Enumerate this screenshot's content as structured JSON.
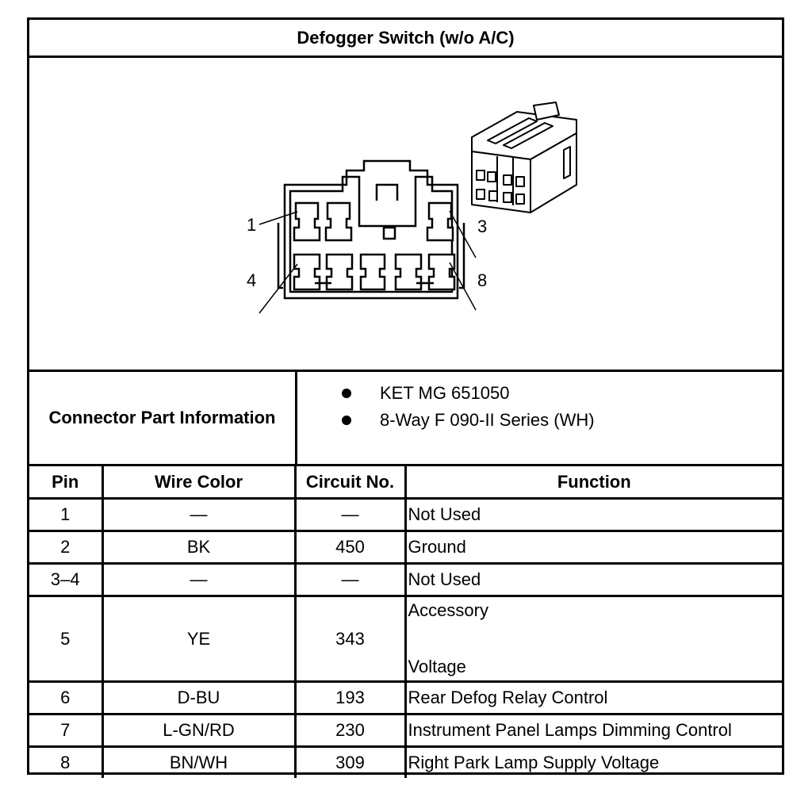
{
  "title": "Defogger Switch (w/o A/C)",
  "diagram": {
    "pin_labels": [
      "1",
      "3",
      "4",
      "8"
    ]
  },
  "connector_info": {
    "label": "Connector Part Information",
    "items": [
      "KET MG 651050",
      "8-Way F 090-II Series (WH)"
    ]
  },
  "table": {
    "headers": [
      "Pin",
      "Wire Color",
      "Circuit No.",
      "Function"
    ],
    "rows": [
      {
        "pin": "1",
        "wire": "—",
        "circuit": "—",
        "function": "Not Used"
      },
      {
        "pin": "2",
        "wire": "BK",
        "circuit": "450",
        "function": "Ground"
      },
      {
        "pin": "3–4",
        "wire": "—",
        "circuit": "—",
        "function": "Not Used"
      },
      {
        "pin": "5",
        "wire": "YE",
        "circuit": "343",
        "function_lines": [
          "Accessory",
          "Voltage"
        ]
      },
      {
        "pin": "6",
        "wire": "D-BU",
        "circuit": "193",
        "function": "Rear Defog Relay Control"
      },
      {
        "pin": "7",
        "wire": "L-GN/RD",
        "circuit": "230",
        "function": "Instrument Panel Lamps Dimming Control"
      },
      {
        "pin": "8",
        "wire": "BN/WH",
        "circuit": "309",
        "function": "Right Park Lamp Supply Voltage"
      }
    ]
  }
}
